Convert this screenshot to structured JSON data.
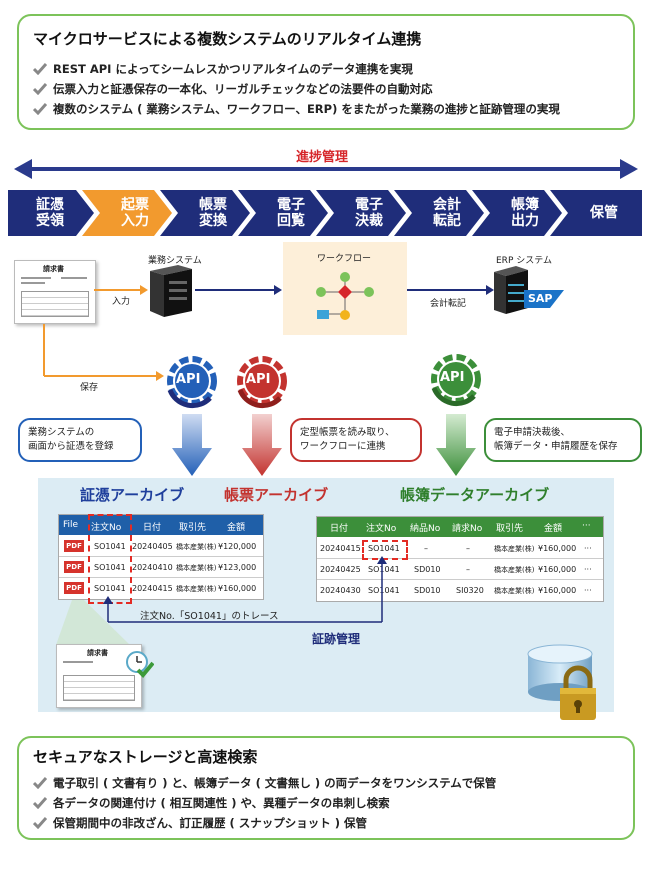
{
  "top_box": {
    "title": "マイクロサービスによる複数システムのリアルタイム連携",
    "bullets": [
      "REST API によってシームレスかつリアルタイムのデータ連携を実現",
      "伝票入力と証憑保存の一本化、リーガルチェックなどの法要件の自動対応",
      "複数のシステム ( 業務システム、ワークフロー、ERP) をまたがった業務の進捗と証跡管理の実現"
    ]
  },
  "progress_label": "進捗管理",
  "steps": [
    {
      "line1": "証憑",
      "line2": "受領"
    },
    {
      "line1": "起票",
      "line2": "入力"
    },
    {
      "line1": "帳票",
      "line2": "変換"
    },
    {
      "line1": "電子",
      "line2": "回覧"
    },
    {
      "line1": "電子",
      "line2": "決裁"
    },
    {
      "line1": "会計",
      "line2": "転記"
    },
    {
      "line1": "帳簿",
      "line2": "出力"
    },
    {
      "line1": "保管",
      "line2": ""
    }
  ],
  "systems": {
    "invoice_title": "請求書",
    "business_system": "業務システム",
    "workflow": "ワークフロー",
    "erp": "ERP システム",
    "sap": "SAP",
    "input": "入力",
    "accounting": "会計転記",
    "save": "保存",
    "api": "API"
  },
  "bubbles": {
    "left": [
      "業務システムの",
      "画面から証憑を登録"
    ],
    "middle": [
      "定型帳票を読み取り、",
      "ワークフローに連携"
    ],
    "right": [
      "電子申請決裁後、",
      "帳簿データ・申請履歴を保存"
    ]
  },
  "archives": {
    "shoki": "証憑アーカイブ",
    "chohyo": "帳票アーカイブ",
    "chobo": "帳簿データアーカイブ"
  },
  "left_table": {
    "headers": [
      "File",
      "注文No",
      "日付",
      "取引先",
      "金額"
    ],
    "rows": [
      [
        "PDF",
        "SO1041",
        "20240405",
        "橋本産業(株)",
        "¥120,000"
      ],
      [
        "PDF",
        "SO1041",
        "20240410",
        "橋本産業(株)",
        "¥123,000"
      ],
      [
        "PDF",
        "SO1041",
        "20240415",
        "橋本産業(株)",
        "¥160,000"
      ]
    ]
  },
  "right_table": {
    "headers": [
      "日付",
      "注文No",
      "納品No",
      "請求No",
      "取引先",
      "金額",
      "···"
    ],
    "rows": [
      [
        "20240415",
        "SO1041",
        "–",
        "–",
        "橋本産業(株)",
        "¥160,000",
        "···"
      ],
      [
        "20240425",
        "SO1041",
        "SD010",
        "–",
        "橋本産業(株)",
        "¥160,000",
        "···"
      ],
      [
        "20240430",
        "SO1041",
        "SD010",
        "SI0320",
        "橋本産業(株)",
        "¥160,000",
        "···"
      ]
    ]
  },
  "trace_label": "注文No.「SO1041」のトレース",
  "audit_label": "証跡管理",
  "bottom_box": {
    "title": "セキュアなストレージと高速検索",
    "bullets": [
      "電子取引 ( 文書有り ) と、帳簿データ ( 文書無し ) の両データをワンシステムで保管",
      "各データの関連付け ( 相互関連性 ) や、異種データの串刺し検索",
      "保管期間中の非改ざん、訂正履歴 ( スナップショット ) 保管"
    ]
  },
  "colors": {
    "navy": "#1f2d7a",
    "orange": "#f29a2e",
    "blue": "#2360b8",
    "red": "#c3332f",
    "green": "#3c8f3a",
    "accent_green": "#7cc35a"
  }
}
